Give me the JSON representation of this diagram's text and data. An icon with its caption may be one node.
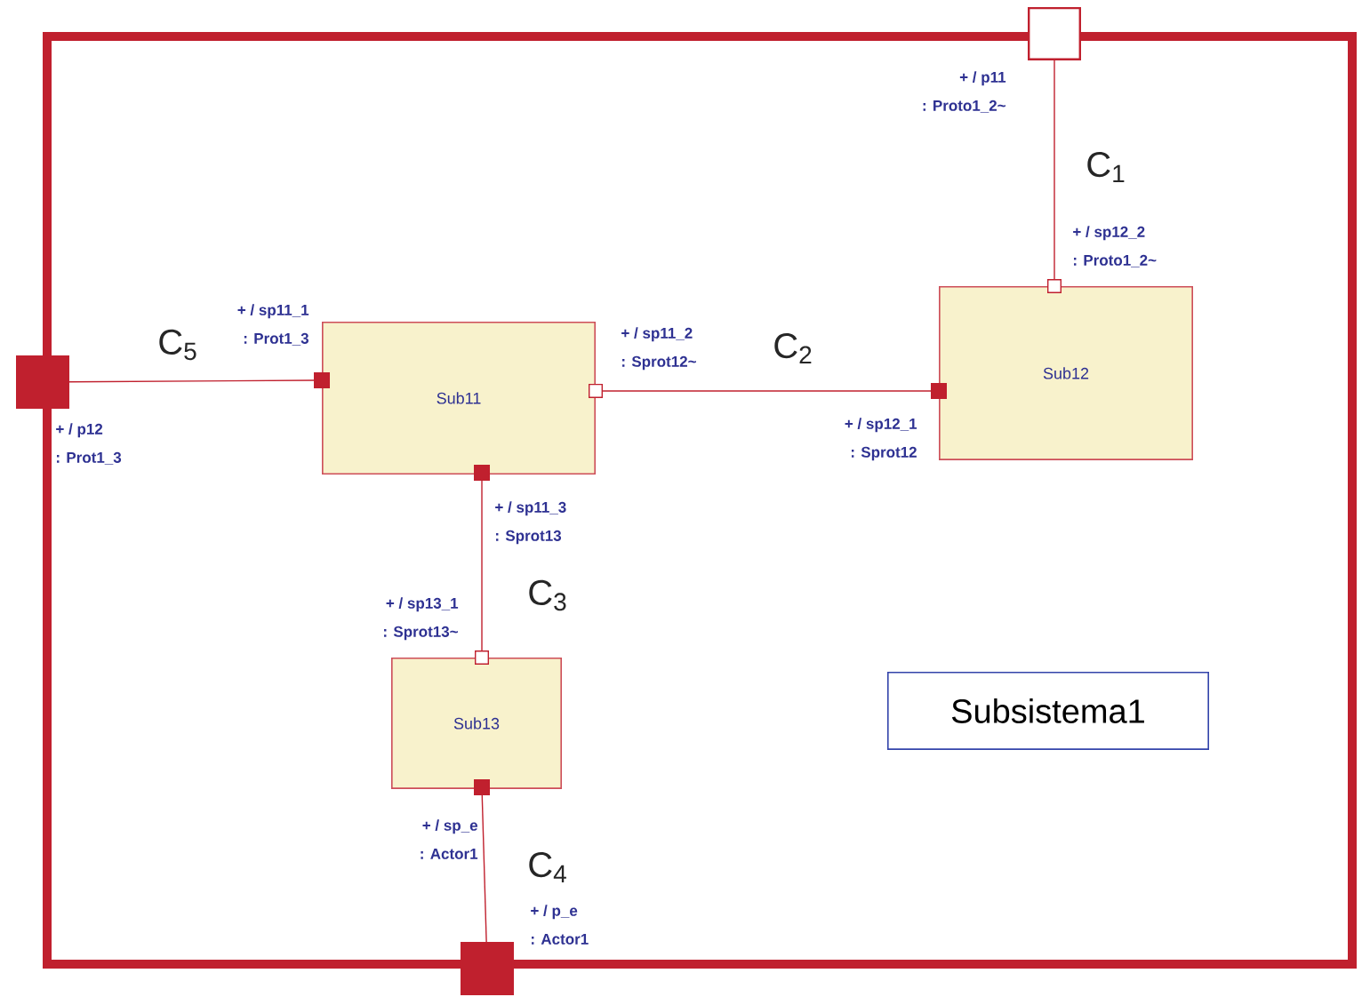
{
  "diagram": {
    "nodes": [
      {
        "text": [],
        "shape": "box"
      },
      {
        "text": [
          "Sub11"
        ],
        "in": 0
      },
      {
        "text": [
          "Sub12"
        ],
        "in": 0
      },
      {
        "text": [
          "Sub13"
        ],
        "in": 0
      },
      {
        "text": [
          "Subsistema1"
        ],
        "in": 0
      },
      {
        "text": [],
        "shape": "box",
        "beside": [
          "+ / p11",
          ": Proto1_2~"
        ]
      },
      {
        "text": [],
        "shape": "box",
        "in": 0,
        "beside": [
          "+ / sp12_2",
          ": Proto1_2~"
        ]
      },
      {
        "text": [],
        "shape": "box",
        "in": 0,
        "beside": [
          "+ / sp11_2",
          ": Sprot12~"
        ]
      },
      {
        "text": [],
        "shape": "box",
        "in": 0,
        "beside": [
          "+ / sp12_1",
          ": Sprot12"
        ]
      },
      {
        "text": [],
        "shape": "box",
        "beside": [
          "+ / p12",
          ": Prot1_3"
        ]
      },
      {
        "text": [],
        "shape": "box",
        "in": 0,
        "beside": [
          "+ / sp11_1",
          ": Prot1_3"
        ]
      },
      {
        "text": [],
        "shape": "box",
        "in": 0,
        "beside": [
          "+ / sp11_3",
          ": Sprot13"
        ]
      },
      {
        "text": [],
        "shape": "box",
        "in": 0,
        "beside": [
          "+ / sp13_1",
          ": Sprot13~"
        ]
      },
      {
        "text": [],
        "shape": "box",
        "in": 0,
        "beside": [
          "+ / sp_e",
          ": Actor1"
        ]
      },
      {
        "text": [],
        "shape": "box",
        "beside": [
          "+ / p_e",
          ": Actor1"
        ]
      }
    ],
    "edges": [
      {
        "from": 5,
        "to": 6,
        "arrow": "none",
        "label": "C$_{1}$"
      },
      {
        "from": 7,
        "to": 8,
        "arrow": "none",
        "label": "C$_{2}$"
      },
      {
        "from": 11,
        "to": 12,
        "arrow": "none",
        "label": "C$_{3}$"
      },
      {
        "from": 13,
        "to": 14,
        "arrow": "none",
        "label": "C$_{4}$"
      },
      {
        "from": 9,
        "to": 10,
        "arrow": "none",
        "label": "C$_{5}$"
      }
    ]
  }
}
